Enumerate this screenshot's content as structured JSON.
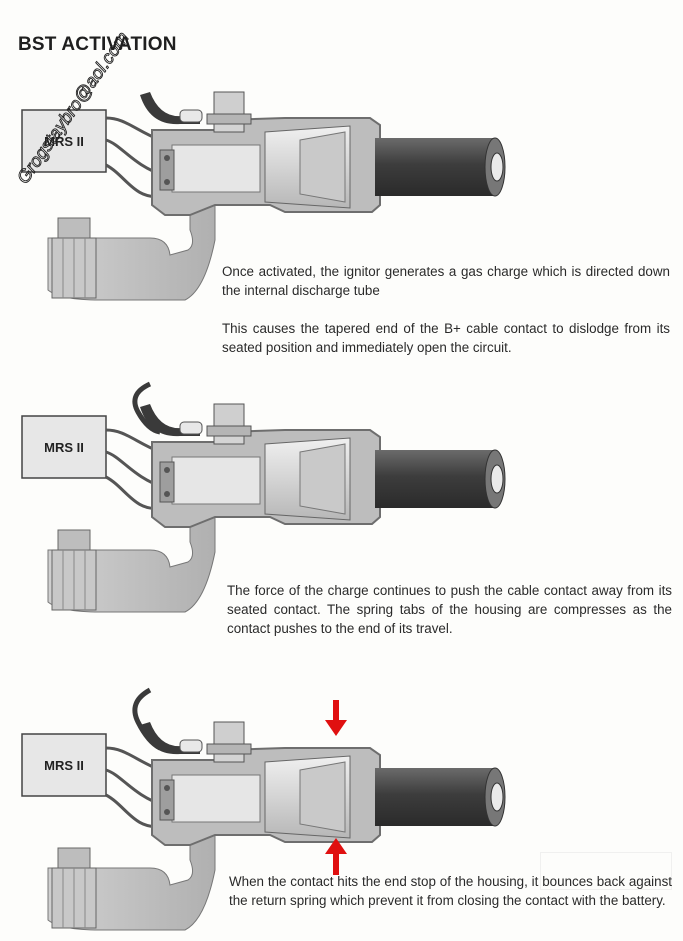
{
  "page": {
    "title": "BST ACTIVATION",
    "watermark": "Grogstaybro@aol.com"
  },
  "diagrams": [
    {
      "module_label": "MRS II",
      "captions": [
        "Once activated, the ignitor generates a gas charge which is directed down the internal discharge tube",
        "This causes the tapered end of the B+ cable contact to dislodge from its seated position and immediately open the circuit."
      ]
    },
    {
      "module_label": "MRS II",
      "captions": [
        "The force of the charge continues to push the cable contact away from its seated contact. The spring tabs of the housing are compresses as the contact pushes to the end of its travel."
      ]
    },
    {
      "module_label": "MRS II",
      "captions": [
        "When the contact hits the end stop of the housing, it bounces back against the return spring which prevent it from closing the contact with the battery."
      ]
    }
  ],
  "colors": {
    "arrow": "#e01010",
    "cable": "#4a4a4a",
    "housing": "#8a8a8a",
    "body": "#d9d9d9"
  },
  "icons": [
    "down-arrow-icon",
    "up-arrow-icon"
  ]
}
